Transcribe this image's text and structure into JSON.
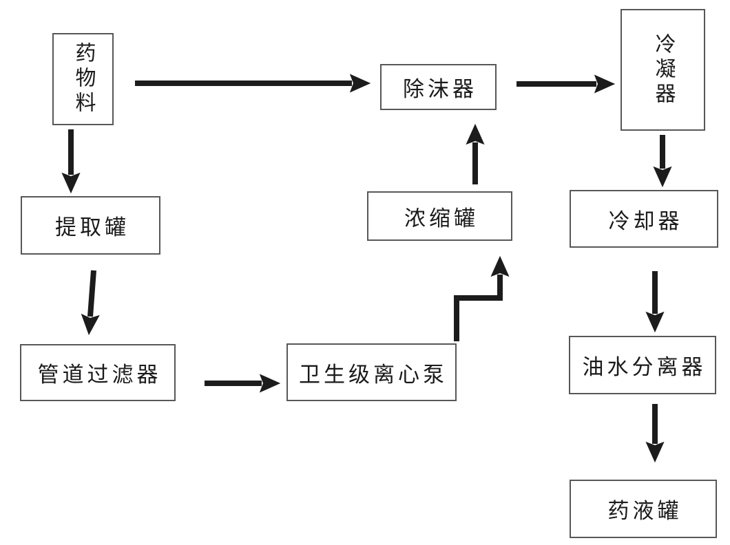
{
  "diagram": {
    "description": "Pharmaceutical extraction process flow diagram",
    "nodes": [
      {
        "id": "drug-material",
        "label": "药物料",
        "text_direction": "vertical"
      },
      {
        "id": "demister",
        "label": "除沫器",
        "text_direction": "horizontal"
      },
      {
        "id": "condenser",
        "label": "冷凝器",
        "text_direction": "vertical"
      },
      {
        "id": "extraction-tank",
        "label": "提取罐",
        "text_direction": "horizontal"
      },
      {
        "id": "concentration-tank",
        "label": "浓缩罐",
        "text_direction": "horizontal"
      },
      {
        "id": "cooler",
        "label": "冷却器",
        "text_direction": "horizontal"
      },
      {
        "id": "pipeline-filter",
        "label": "管道过滤器",
        "text_direction": "horizontal"
      },
      {
        "id": "sanitary-pump",
        "label": "卫生级离心泵",
        "text_direction": "horizontal"
      },
      {
        "id": "oil-water-separator",
        "label": "油水分离器",
        "text_direction": "horizontal"
      },
      {
        "id": "liquid-medicine-tank",
        "label": "药液罐",
        "text_direction": "horizontal"
      }
    ],
    "edges": [
      {
        "from": "药物料",
        "to": "除沫器"
      },
      {
        "from": "除沫器",
        "to": "冷凝器"
      },
      {
        "from": "药物料",
        "to": "提取罐"
      },
      {
        "from": "提取罐",
        "to": "管道过滤器"
      },
      {
        "from": "管道过滤器",
        "to": "卫生级离心泵"
      },
      {
        "from": "卫生级离心泵",
        "to": "浓缩罐"
      },
      {
        "from": "浓缩罐",
        "to": "除沫器"
      },
      {
        "from": "冷凝器",
        "to": "冷却器"
      },
      {
        "from": "冷却器",
        "to": "油水分离器"
      },
      {
        "from": "油水分离器",
        "to": "药液罐"
      }
    ],
    "colors": {
      "background": "#ffffff",
      "box_border": "#575757",
      "arrow": "#1c1c1c",
      "text": "#1a1a1a"
    }
  }
}
